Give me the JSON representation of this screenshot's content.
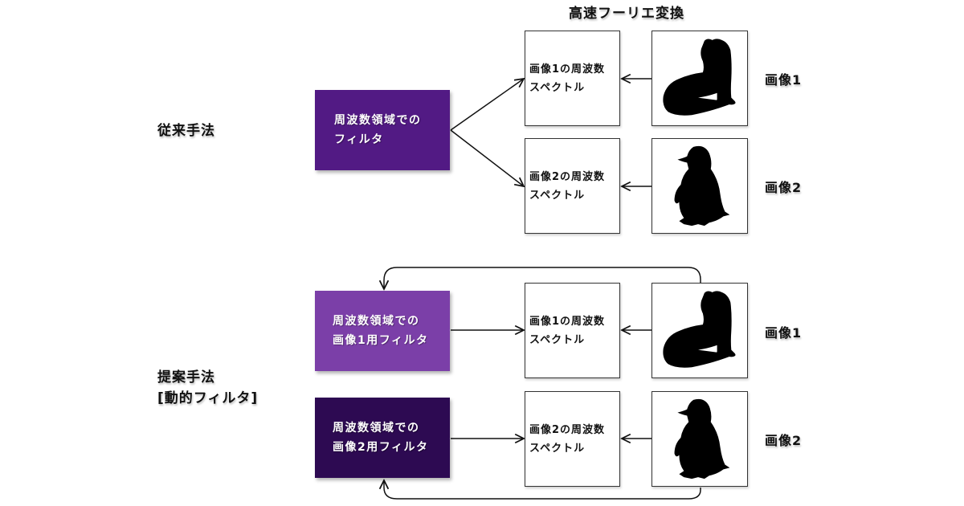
{
  "title": "高速フーリエ変換",
  "conventional": {
    "label": "従来手法",
    "filter_box": {
      "line1": "周波数領域での",
      "line2": "フィルタ",
      "color": "#521a84"
    },
    "rows": [
      {
        "spectrum_line1": "画像1の周波数",
        "spectrum_line2": "スペクトル",
        "image_icon": "ferret-silhouette",
        "image_label": "画像1"
      },
      {
        "spectrum_line1": "画像2の周波数",
        "spectrum_line2": "スペクトル",
        "image_icon": "penguin-silhouette",
        "image_label": "画像2"
      }
    ]
  },
  "proposed": {
    "label_line1": "提案手法",
    "label_line2": "[動的フィルタ]",
    "rows": [
      {
        "filter_line1": "周波数領域での",
        "filter_line2": "画像1用フィルタ",
        "filter_color": "#7b3fa8",
        "spectrum_line1": "画像1の周波数",
        "spectrum_line2": "スペクトル",
        "image_icon": "ferret-silhouette",
        "image_label": "画像1"
      },
      {
        "filter_line1": "周波数領域での",
        "filter_line2": "画像2用フィルタ",
        "filter_color": "#2d0a52",
        "spectrum_line1": "画像2の周波数",
        "spectrum_line2": "スペクトル",
        "image_icon": "penguin-silhouette",
        "image_label": "画像2"
      }
    ]
  }
}
